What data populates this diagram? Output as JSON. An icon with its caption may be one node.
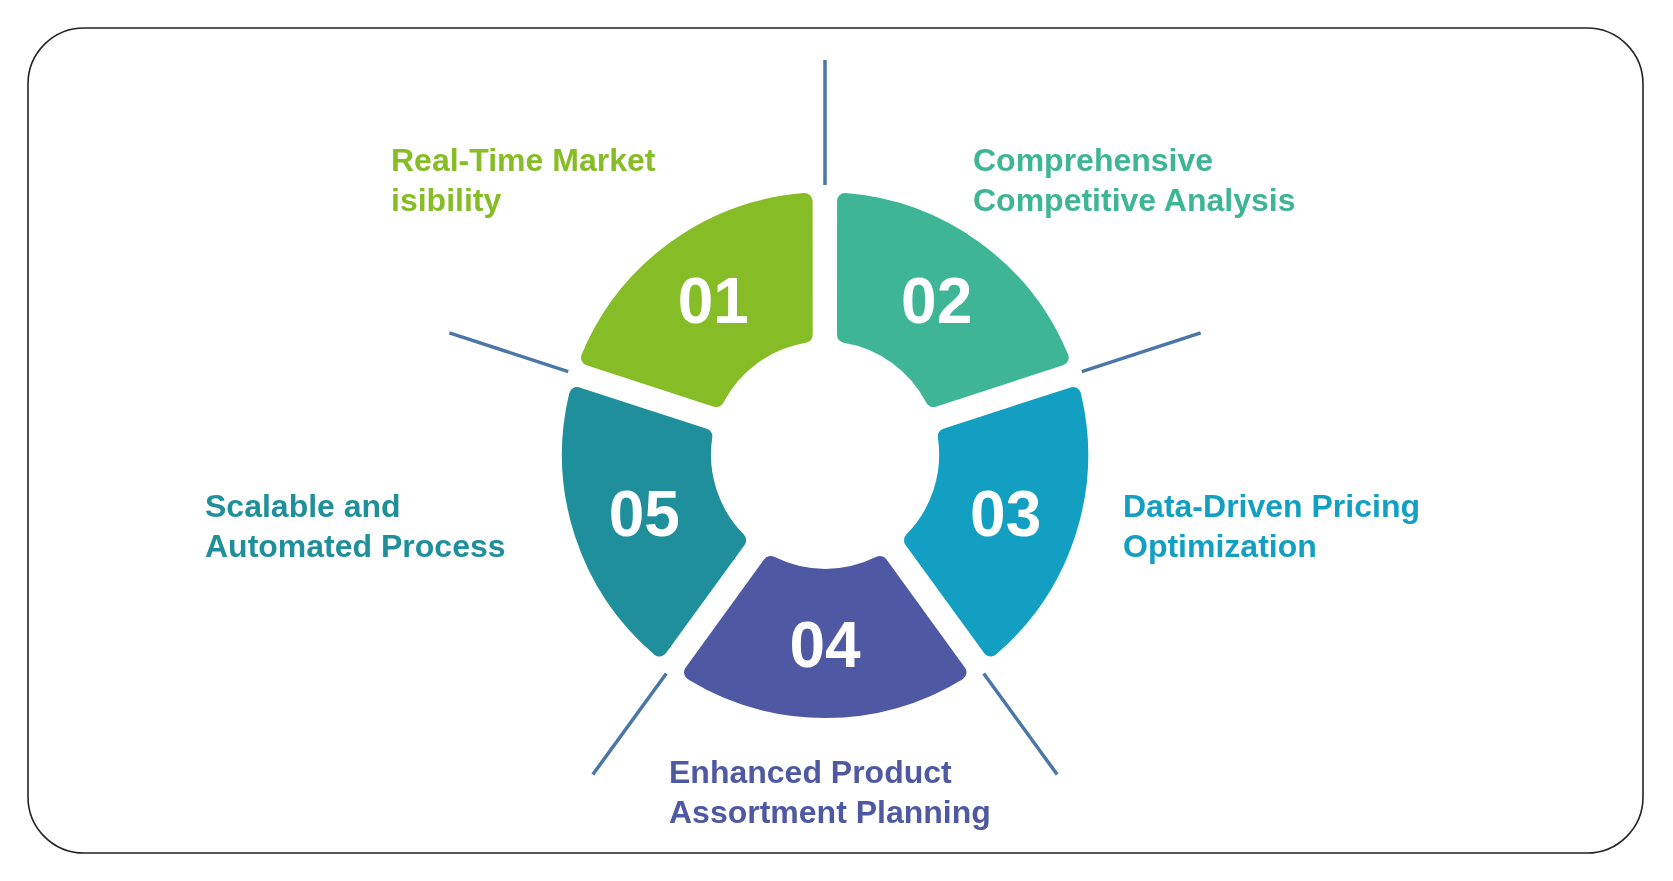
{
  "diagram": {
    "nodes": [
      {
        "text": [
          "01"
        ],
        "beside": [
          "Real-Time Market isibility"
        ]
      },
      {
        "text": [
          "02"
        ],
        "beside": [
          "Comprehensive Competitive Analysis"
        ]
      },
      {
        "text": [
          "03"
        ],
        "beside": [
          "Data-Driven Pricing Optimization"
        ]
      },
      {
        "text": [
          "04"
        ],
        "beside": [
          "Enhanced Product Assortment Planning"
        ]
      },
      {
        "text": [
          "05"
        ],
        "beside": [
          "Scalable and Automated Process"
        ]
      }
    ]
  }
}
